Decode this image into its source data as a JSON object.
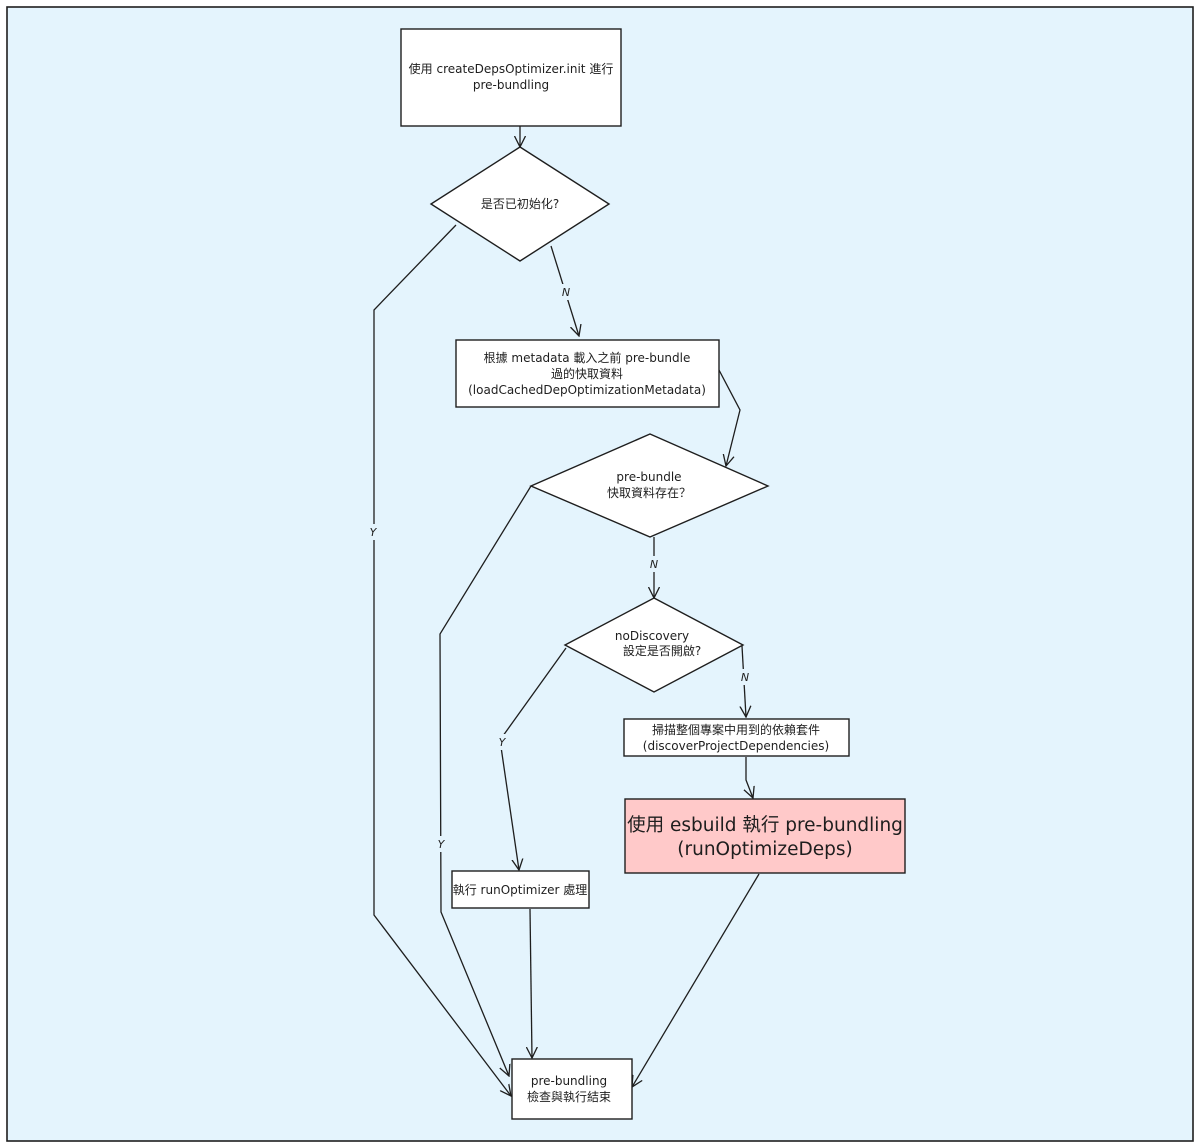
{
  "colors": {
    "canvas_fill": "#e4f4fd",
    "stroke": "#1e1e1e",
    "node_fill": "#ffffff",
    "highlight_fill": "#ffc9c9"
  },
  "nodes": {
    "start": {
      "line1": "使用 createDepsOptimizer.init 進行",
      "line2": "pre-bundling"
    },
    "initialized": {
      "label": "是否已初始化?"
    },
    "load_cache": {
      "line1": "根據 metadata 載入之前 pre-bundle",
      "line2": "過的快取資料",
      "line3": "(loadCachedDepOptimizationMetadata)"
    },
    "cache_exists": {
      "line1": "pre-bundle",
      "line2": "快取資料存在？"
    },
    "no_discovery": {
      "line1": "noDiscovery",
      "line2": "設定是否開啟?"
    },
    "scan_deps": {
      "line1": "掃描整個專案中用到的依賴套件",
      "line2": "(discoverProjectDependencies)"
    },
    "run_esbuild": {
      "line1": "使用 esbuild 執行 pre-bundling",
      "line2": "(runOptimizeDeps)"
    },
    "run_optimizer": {
      "label": "執行 runOptimizer 處理"
    },
    "end": {
      "line1": "pre-bundling",
      "line2": "檢查與執行結束"
    }
  },
  "edge_labels": {
    "initialized_no": "N",
    "initialized_yes": "Y",
    "cache_no": "N",
    "cache_yes": "Y",
    "discovery_no": "N",
    "discovery_yes": "Y"
  }
}
